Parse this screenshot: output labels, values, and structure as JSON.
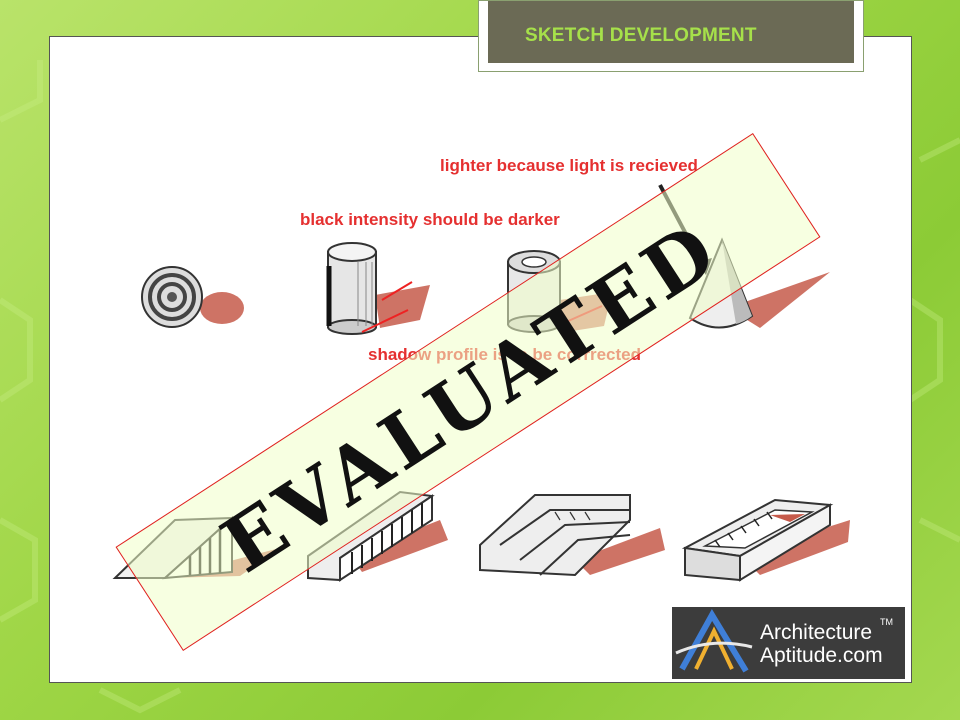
{
  "slide": {
    "title": "SKETCH DEVELOPMENT",
    "stamp": "EVALUATED"
  },
  "annotations": {
    "light": "lighter because light is recieved",
    "black": "black intensity should be darker",
    "shadow": "shadow profile is to be corrrected"
  },
  "logo": {
    "line1": "Architecture",
    "line2": "Aptitude.com",
    "tm": "TM"
  },
  "colors": {
    "background": "#9fd646",
    "title_bar": "#6b6a55",
    "title_text": "#a6e04a",
    "annotation": "#e53030",
    "shadow": "#c65a4a"
  },
  "icons": [
    "sphere-sketch-icon",
    "cylinder-sketch-icon",
    "hollow-cylinder-sketch-icon",
    "cone-sketch-icon",
    "ramp-sketch-icon",
    "channel-sketch-icon",
    "stairs-sketch-icon",
    "box-frame-sketch-icon",
    "architecture-logo-icon"
  ]
}
